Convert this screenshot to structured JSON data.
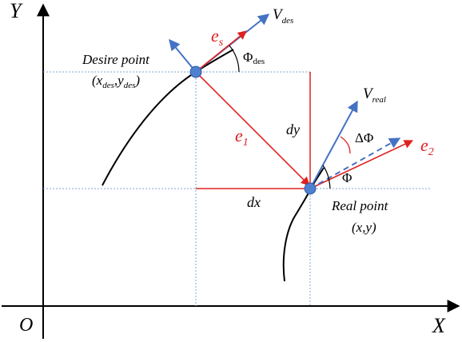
{
  "axes": {
    "y_label": "Y",
    "x_label": "X",
    "origin_label": "O"
  },
  "desire_point": {
    "name": "Desire point",
    "coords_open": "(",
    "x_base": "x",
    "x_sub": "des",
    "sep": ",",
    "y_base": "y",
    "y_sub": "des",
    "coords_close": ")"
  },
  "real_point": {
    "name": "Real point",
    "coords": "(x,y)"
  },
  "vectors": {
    "v_des_base": "V",
    "v_des_sub": "des",
    "v_real_base": "V",
    "v_real_sub": "real",
    "e_s_base": "e",
    "e_s_sub": "s",
    "e_1_base": "e",
    "e_1_sub": "1",
    "e_2_base": "e",
    "e_2_sub": "2"
  },
  "angles": {
    "phi_des_base": "Φ",
    "phi_des_sub": "des",
    "delta_phi": "ΔΦ",
    "phi": "Φ"
  },
  "distances": {
    "dx": "dx",
    "dy": "dy"
  },
  "colors": {
    "axis": "#000000",
    "curve": "#000000",
    "blue": "#4472C4",
    "blue_dotted": "#7fa7d8",
    "red": "#e02020",
    "point_fill": "#4f7fcf"
  }
}
